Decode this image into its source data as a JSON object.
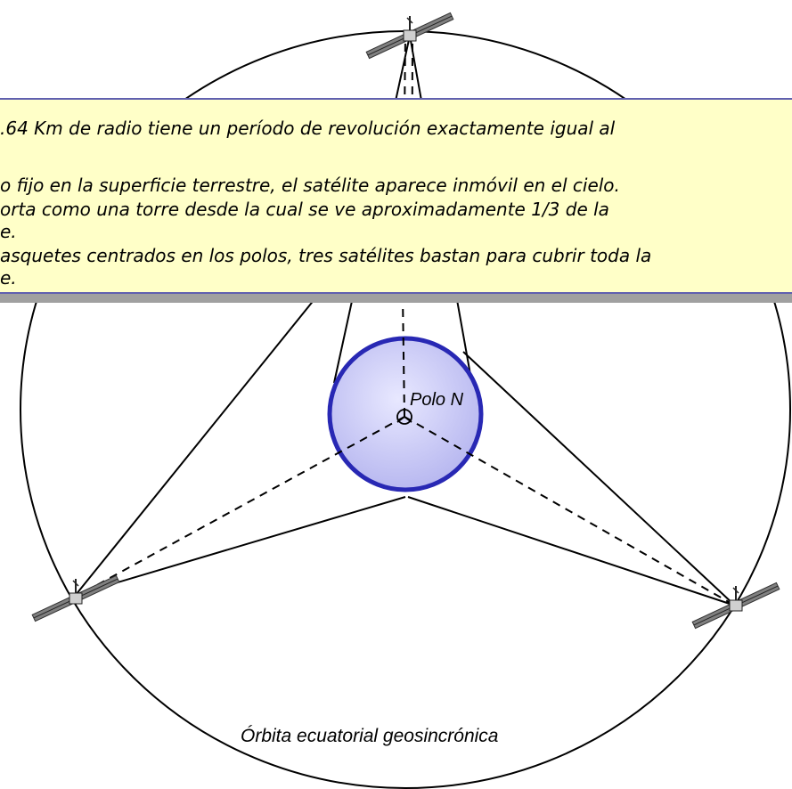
{
  "note": {
    "lines": [
      ".64 Km de radio tiene un período de revolución exactamente igual al",
      "",
      "o fijo en la superficie terrestre, el satélite aparece inmóvil en el cielo.",
      "orta como una torre desde la cual se ve aproximadamente 1/3 de la",
      "e.",
      "asquetes centrados en los polos, tres satélites bastan para cubrir toda la",
      "e."
    ]
  },
  "labels": {
    "pole": "Polo N",
    "orbit": "Órbita ecuatorial geosincrónica"
  },
  "colors": {
    "earth_fill": "#c4c4f4",
    "earth_stroke": "#2828b4",
    "note_bg": "#ffffc8",
    "note_border": "#6060b0"
  },
  "icons": [
    "satellite-icon",
    "north-pole-marker-icon"
  ]
}
